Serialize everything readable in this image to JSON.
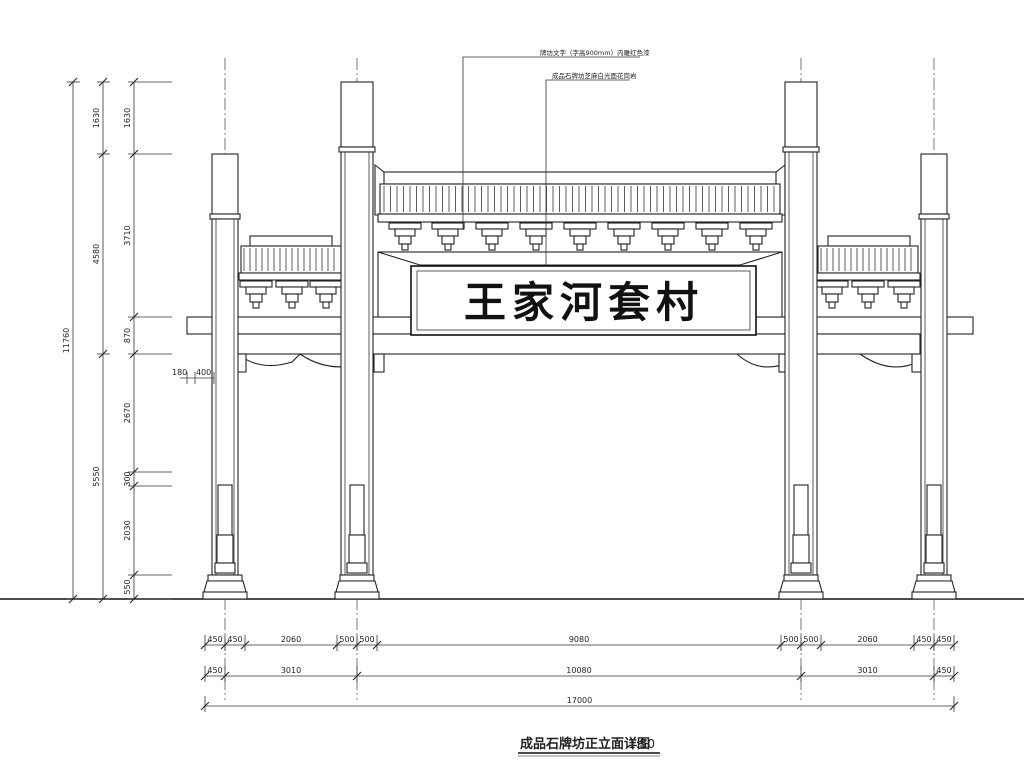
{
  "drawing": {
    "title": "成品石牌坊正立面详图",
    "scale": "1:50",
    "plaque_text": "王家河套村",
    "annotation_1": "牌坊文字（字高900mm）内雕红色漆",
    "annotation_2": "成品石牌坊芝麻白光面花岗岩"
  },
  "dims_vertical_outer": [
    "11760"
  ],
  "dims_vertical_mid": [
    "1630",
    "4580",
    "5550"
  ],
  "dims_vertical_inner": [
    "1630",
    "3710",
    "870",
    "2670",
    "300",
    "2030",
    "550"
  ],
  "dims_side": [
    "180",
    "400"
  ],
  "dims_row1": [
    "450",
    "450",
    "2060",
    "500",
    "500",
    "9080",
    "500",
    "500",
    "2060",
    "450",
    "450"
  ],
  "dims_row2": [
    "450",
    "3010",
    "10080",
    "3010",
    "450"
  ],
  "dims_row3": [
    "17000"
  ]
}
